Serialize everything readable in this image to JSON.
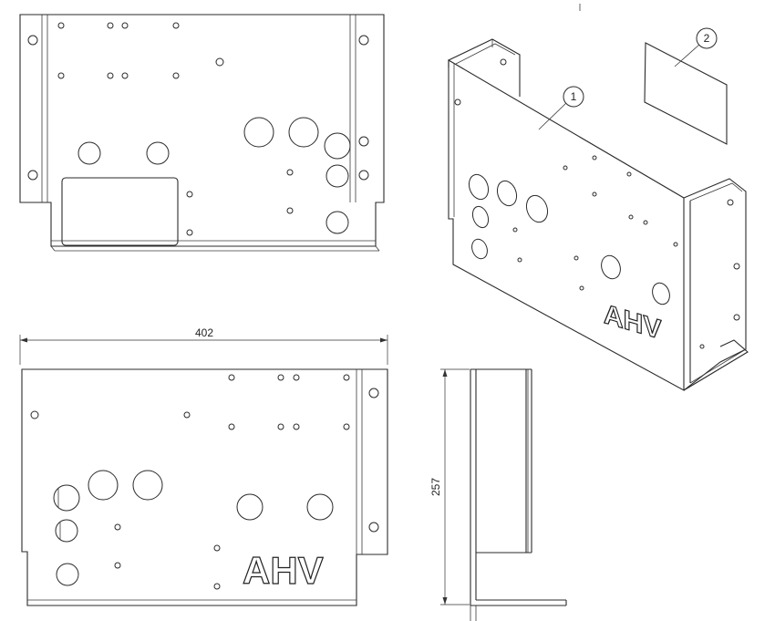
{
  "dimensions": {
    "width": "402",
    "height": "257"
  },
  "balloons": {
    "part1": "1",
    "part2": "2"
  },
  "logo": {
    "text": "AHV"
  }
}
